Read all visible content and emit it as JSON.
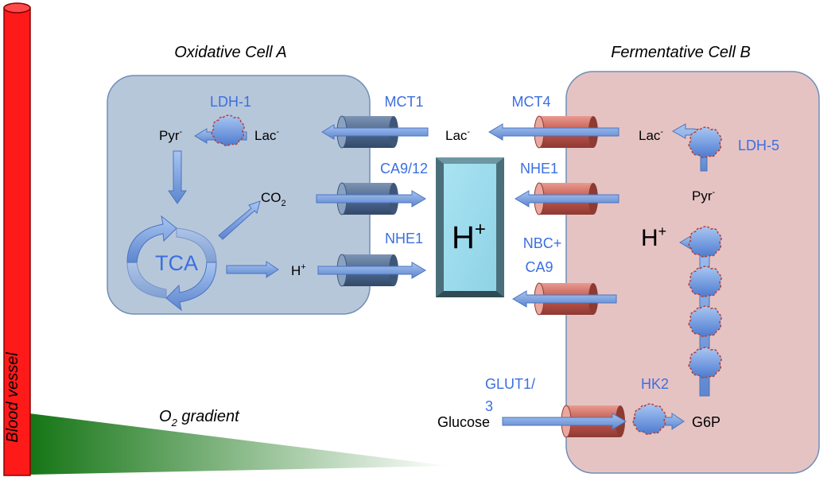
{
  "title_cell_a": "Oxidative Cell A",
  "title_cell_b": "Fermentative Cell B",
  "blood_vessel_label": "Blood vessel",
  "o2_gradient": {
    "o2": "O",
    "sub": "2",
    "rest": " gradient"
  },
  "cell_a": {
    "ldh": "LDH-1",
    "pyr": {
      "base": "Pyr",
      "sup": "-"
    },
    "lac": {
      "base": "Lac",
      "sup": "-"
    },
    "co2": {
      "base": "CO",
      "sub": "2"
    },
    "h": {
      "base": "H",
      "sup": "+"
    },
    "tca": "TCA"
  },
  "transporters_a": {
    "mct1": "MCT1",
    "ca912": "CA9/12",
    "nhe1": "NHE1"
  },
  "extracellular": {
    "lac": {
      "base": "Lac",
      "sup": "-"
    },
    "h_box": {
      "base": "H",
      "sup": "+"
    },
    "glucose": "Glucose"
  },
  "transporters_b": {
    "mct4": "MCT4",
    "nhe1": "NHE1",
    "nbc_line1": "NBC+",
    "nbc_line2": "CA9",
    "glut_line1": "GLUT1/",
    "glut_line2": "3"
  },
  "cell_b": {
    "lac": {
      "base": "Lac",
      "sup": "-"
    },
    "ldh": "LDH-5",
    "pyr": {
      "base": "Pyr",
      "sup": "-"
    },
    "h": {
      "base": "H",
      "sup": "+"
    },
    "hk": "HK2",
    "g6p": "G6P"
  },
  "colors": {
    "vessel": "#ff1a1a",
    "cell_a_fill": "#b7c7da",
    "cell_b_fill": "#e6c3c3",
    "label_blue": "#3b6fe0",
    "arrow_blue": "#7aa2e0",
    "h_box": "#9ddcec",
    "gradient_green": "#1a7a1a"
  }
}
